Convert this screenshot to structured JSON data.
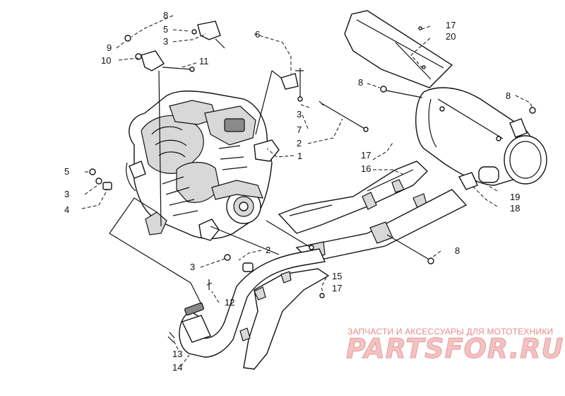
{
  "diagram": {
    "callouts": [
      "8",
      "5",
      "3",
      "9",
      "10",
      "11",
      "6",
      "3",
      "7",
      "2",
      "1",
      "17",
      "20",
      "8",
      "8",
      "5",
      "3",
      "4",
      "17",
      "16",
      "19",
      "18",
      "8",
      "2",
      "3",
      "12",
      "15",
      "17",
      "13",
      "14"
    ]
  },
  "watermark": {
    "subtitle": "ЗАПЧАСТИ И АКСЕССУАРЫ ДЛЯ МОТОТЕХНИКИ",
    "brand": "PARTSFOR.RU"
  }
}
